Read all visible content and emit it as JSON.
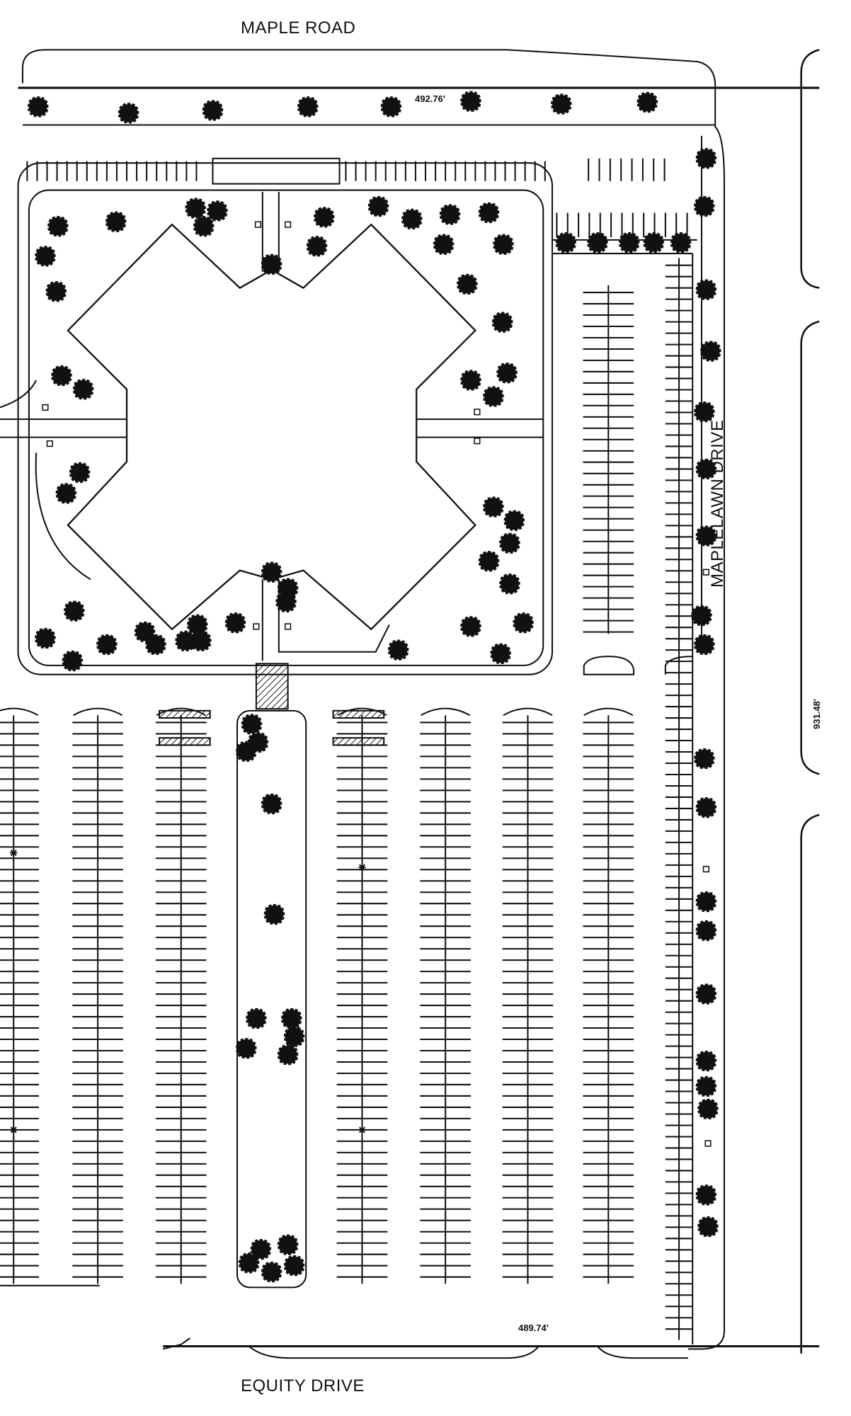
{
  "roads": {
    "north": "MAPLE ROAD",
    "east": "MAPLELAWN DRIVE",
    "south": "EQUITY DRIVE"
  },
  "dimensions": {
    "north_frontage": "492.76'",
    "east_frontage": "931.48'",
    "south_frontage": "489.74'"
  }
}
